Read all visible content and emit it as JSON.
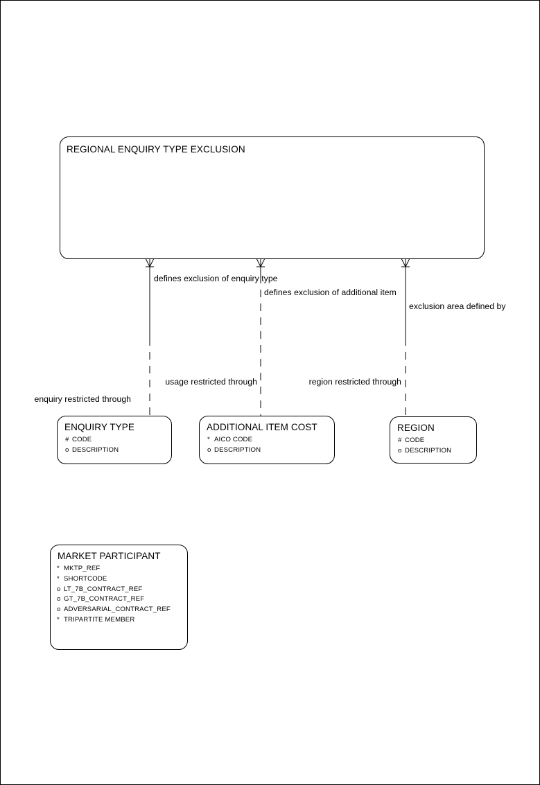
{
  "diagram": {
    "title": "Regional Enquiry Type Exclusion ER Diagram",
    "type": "entity-relationship",
    "background_color": "#ffffff",
    "line_color": "#000000",
    "page_border_color": "#000000"
  },
  "entities": {
    "regional_enquiry_type_exclusion": {
      "name": "REGIONAL ENQUIRY TYPE EXCLUSION",
      "attributes": []
    },
    "enquiry_type": {
      "name": "ENQUIRY TYPE",
      "attributes": [
        {
          "mark": "#",
          "label": "CODE"
        },
        {
          "mark": "o",
          "label": "DESCRIPTION"
        }
      ]
    },
    "additional_item_cost": {
      "name": "ADDITIONAL ITEM COST",
      "attributes": [
        {
          "mark": "*",
          "label": "AICO CODE"
        },
        {
          "mark": "o",
          "label": "DESCRIPTION"
        }
      ]
    },
    "region": {
      "name": "REGION",
      "attributes": [
        {
          "mark": "#",
          "label": "CODE"
        },
        {
          "mark": "o",
          "label": "DESCRIPTION"
        }
      ]
    },
    "market_participant": {
      "name": "MARKET PARTICIPANT",
      "attributes": [
        {
          "mark": "*",
          "label": "MKTP_REF"
        },
        {
          "mark": "*",
          "label": "SHORTCODE"
        },
        {
          "mark": "o",
          "label": "LT_7B_CONTRACT_REF"
        },
        {
          "mark": "o",
          "label": "GT_7B_CONTRACT_REF"
        },
        {
          "mark": "o",
          "label": "ADVERSARIAL_CONTRACT_REF"
        },
        {
          "mark": "*",
          "label": "TRIPARTITE MEMBER"
        }
      ]
    }
  },
  "relationships": [
    {
      "id": "enquiry-type-relationship",
      "parent_label": "defines exclusion of enquiry type",
      "child_label": "enquiry restricted through",
      "extra_child_label": "usage restricted through"
    },
    {
      "id": "additional-item-relationship",
      "parent_label": "defines exclusion of additional item",
      "child_label": "region restricted through"
    },
    {
      "id": "region-relationship",
      "parent_label": "exclusion area defined by"
    }
  ],
  "labels": {
    "defines_exclusion_enquiry_type": "defines exclusion of enquiry type",
    "defines_exclusion_additional_item": "defines exclusion of additional item",
    "exclusion_area_defined_by": "exclusion area defined by",
    "usage_restricted_through": "usage restricted through",
    "region_restricted_through": "region restricted through",
    "enquiry_restricted_through": "enquiry restricted through"
  }
}
